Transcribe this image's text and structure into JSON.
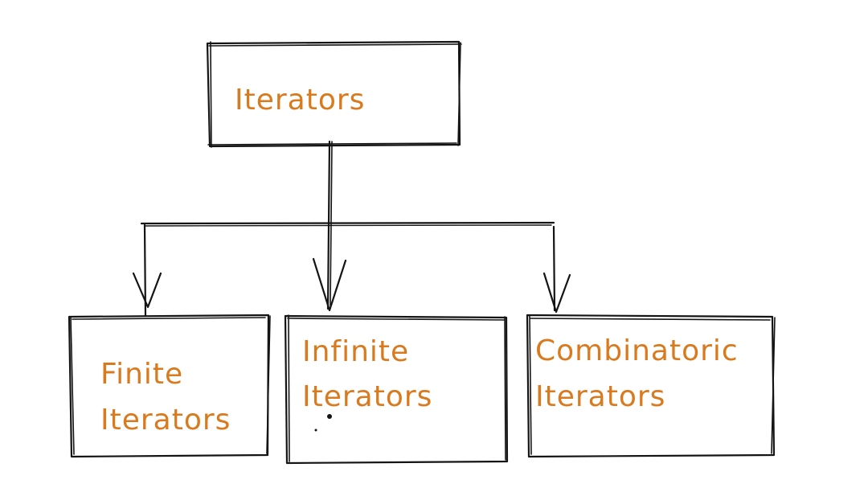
{
  "colors": {
    "stroke": "#141414",
    "text": "#d97a1e",
    "background": "#ffffff"
  },
  "nodes": {
    "root": {
      "label": "Iterators"
    },
    "finite": {
      "line1": "Finite",
      "line2": "Iterators"
    },
    "infinite": {
      "line1": "Infinite",
      "line2": "Iterators"
    },
    "combinatoric": {
      "line1": "Combinatoric",
      "line2": "Iterators"
    }
  }
}
